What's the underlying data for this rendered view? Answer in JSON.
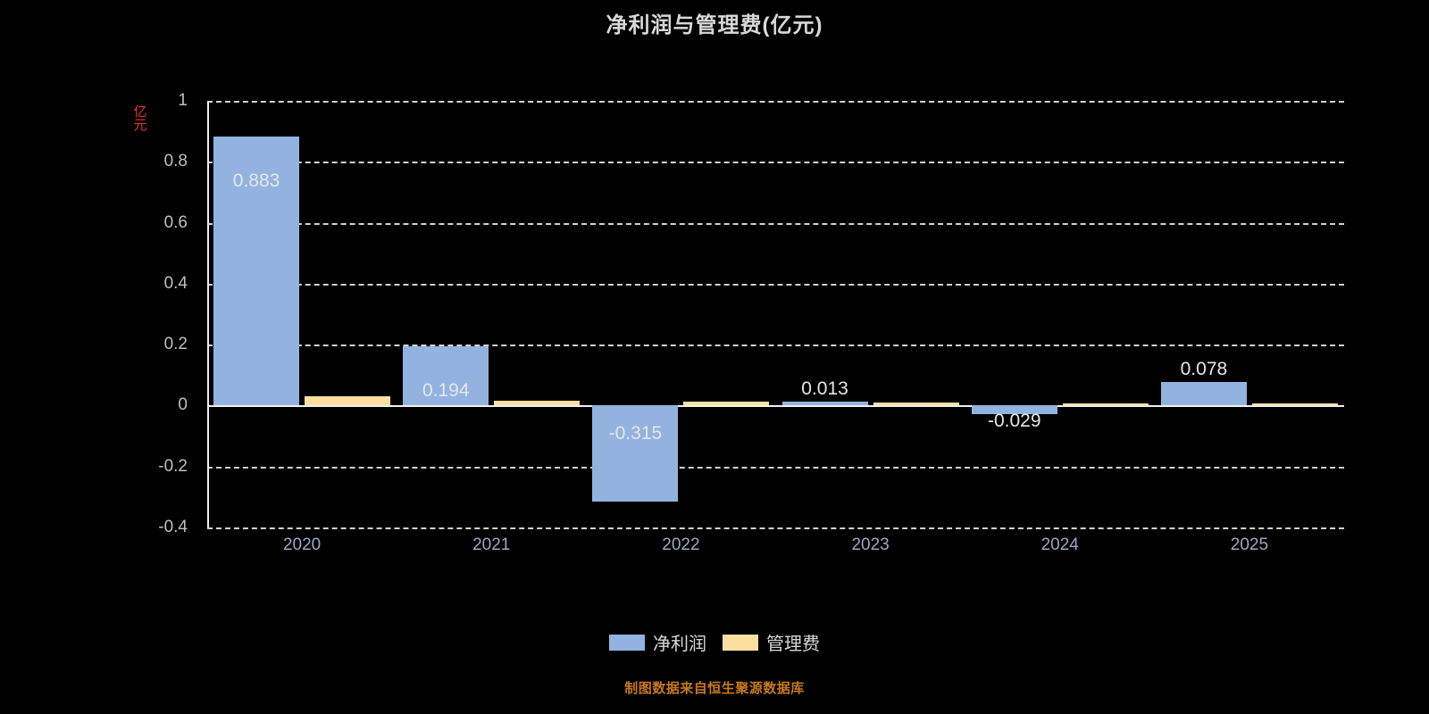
{
  "chart_data": {
    "type": "bar",
    "title": "净利润与管理费(亿元)",
    "xlabel": "",
    "ylabel": "亿元",
    "ylim": [
      -0.4,
      1
    ],
    "yticks": [
      "1",
      "0.8",
      "0.6",
      "0.4",
      "0.2",
      "0",
      "-0.2",
      "-0.4"
    ],
    "ytick_values": [
      1,
      0.8,
      0.6,
      0.4,
      0.2,
      0,
      -0.2,
      -0.4
    ],
    "grid": true,
    "legend_position": "bottom",
    "categories": [
      "2020",
      "2021",
      "2022",
      "2023",
      "2024",
      "2025"
    ],
    "series": [
      {
        "name": "净利润",
        "color": "#92b3e0",
        "values": [
          0.883,
          0.194,
          -0.315,
          0.013,
          -0.029,
          0.078
        ],
        "labels": [
          "0.883",
          "0.194",
          "-0.315",
          "0.013",
          "-0.029",
          "0.078"
        ]
      },
      {
        "name": "管理费",
        "color": "#fbdfa0",
        "values": [
          0.032,
          0.017,
          0.013,
          0.009,
          0.008,
          0.006
        ],
        "labels": [
          "",
          "",
          "",
          "",
          "",
          ""
        ]
      }
    ],
    "source_note": "制图数据来自恒生聚源数据库"
  },
  "legend": {
    "items": [
      {
        "label": "净利润"
      },
      {
        "label": "管理费"
      }
    ]
  }
}
